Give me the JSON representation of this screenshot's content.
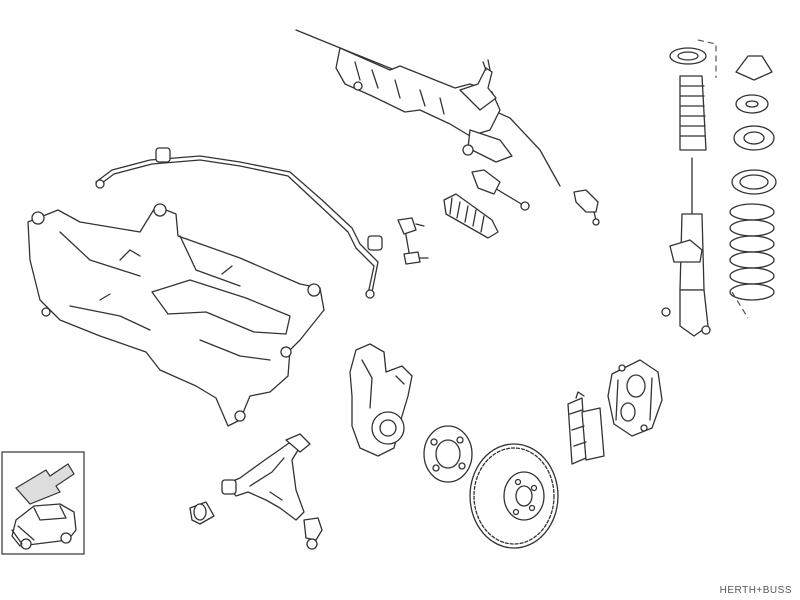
{
  "diagram": {
    "parts": [
      {
        "id": "steering-rack"
      },
      {
        "id": "tie-rod"
      },
      {
        "id": "rack-boot"
      },
      {
        "id": "tie-rod-end"
      },
      {
        "id": "stabilizer-bar"
      },
      {
        "id": "stabilizer-link"
      },
      {
        "id": "front-subframe"
      },
      {
        "id": "steering-knuckle"
      },
      {
        "id": "wheel-hub"
      },
      {
        "id": "brake-disc"
      },
      {
        "id": "brake-pads"
      },
      {
        "id": "brake-caliper"
      },
      {
        "id": "control-arm"
      },
      {
        "id": "control-arm-bushing"
      },
      {
        "id": "ball-joint"
      },
      {
        "id": "strut-mount"
      },
      {
        "id": "shock-absorber"
      },
      {
        "id": "coil-spring"
      },
      {
        "id": "car-location-icon"
      }
    ]
  },
  "brand": {
    "text": "HERTH+BUSS"
  }
}
